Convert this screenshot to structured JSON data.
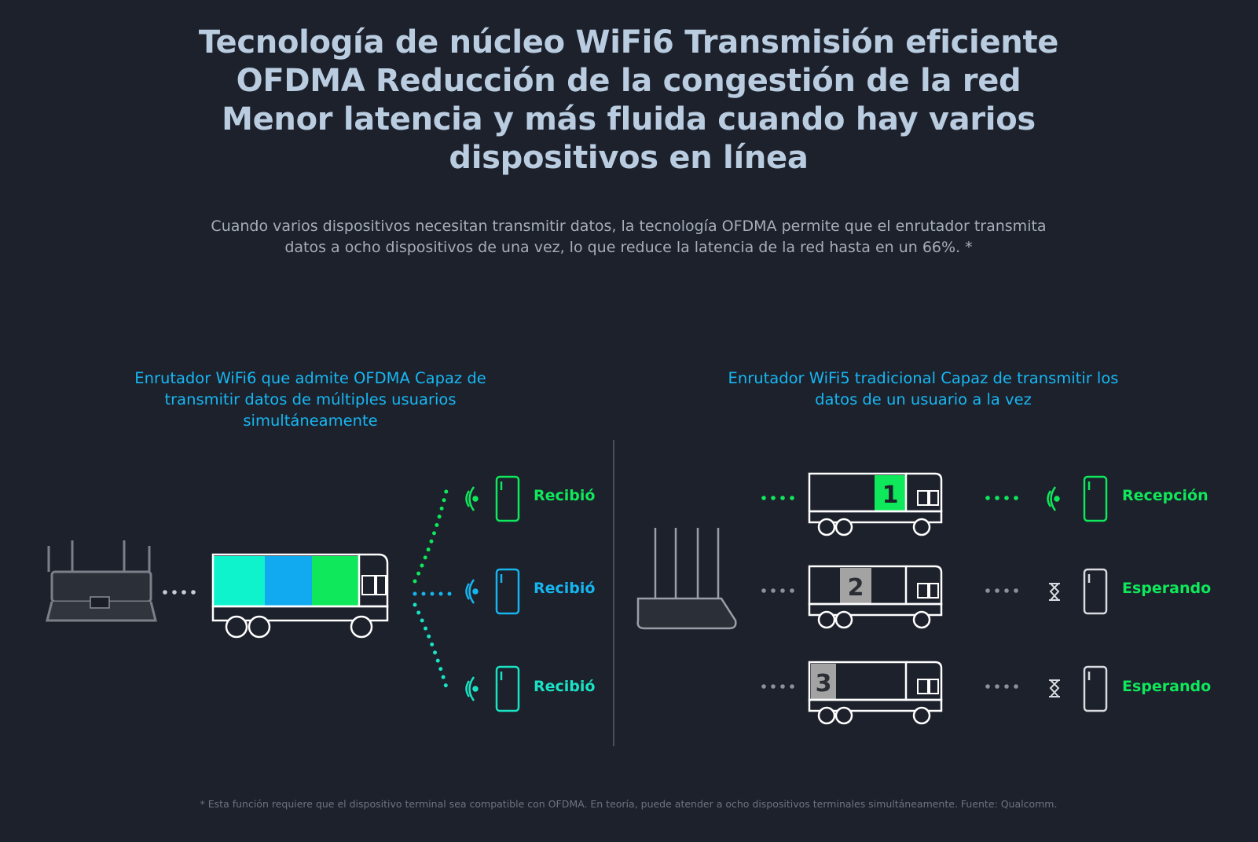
{
  "title": "Tecnología de núcleo WiFi6 Transmisión eficiente OFDMA Reducción de la congestión de la red Menor latencia y más fluida cuando hay varios dispositivos en línea",
  "subtitle": "Cuando varios dispositivos necesitan transmitir datos, la tecnología OFDMA permite que el enrutador transmita datos a ocho dispositivos de una vez, lo que reduce la latencia de la red hasta en un 66%. *",
  "left_panel": {
    "heading": "Enrutador WiFi6 que admite OFDMA Capaz de transmitir datos de múltiples usuarios simultáneamente",
    "devices": [
      {
        "status": "Recibió",
        "color": "#0ee85a"
      },
      {
        "status": "Recibió",
        "color": "#16b5ee"
      },
      {
        "status": "Recibió",
        "color": "#19e3c4"
      }
    ]
  },
  "right_panel": {
    "heading": "Enrutador WiFi5 tradicional Capaz de transmitir los datos de un usuario a la vez",
    "trucks": [
      {
        "number": "1",
        "status": "Recepción",
        "color": "#0ee85a"
      },
      {
        "number": "2",
        "status": "Esperando",
        "color": "#0ee85a"
      },
      {
        "number": "3",
        "status": "Esperando",
        "color": "#0ee85a"
      }
    ]
  },
  "colors": {
    "background": "#1d212c",
    "title": "#b9cce0",
    "heading": "#17b7f2",
    "green": "#0ee85a",
    "blue": "#16b5ee",
    "cyan": "#19e3c4",
    "waiting_gray": "#a3a3a3"
  },
  "icons": [
    "router-icon",
    "truck-icon",
    "wifi-signal-icon",
    "phone-icon",
    "hourglass-icon"
  ],
  "footnote": "* Esta función requiere que el dispositivo terminal sea compatible con OFDMA. En teoría, puede atender a ocho dispositivos terminales simultáneamente. Fuente: Qualcomm."
}
